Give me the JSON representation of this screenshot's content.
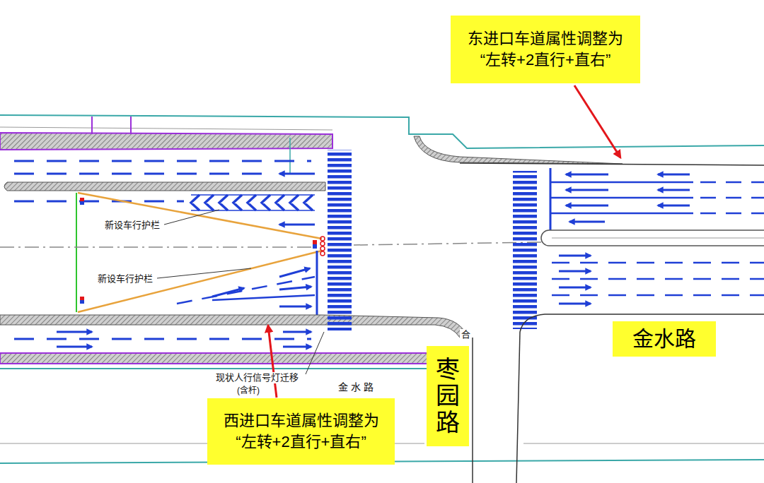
{
  "diagram": {
    "nodes": [
      {
        "text": [
          "东进口车道属性调整为 “左转+2直行+直右”"
        ]
      },
      {
        "text": [
          "金水路"
        ]
      },
      {
        "text": [
          "枣园路"
        ]
      },
      {
        "text": [
          "西进口车道属性调整为 “左转+2直行+直右”"
        ]
      }
    ],
    "labels": [
      "新设车行护栏",
      "新设车行护栏",
      "现状人行信号灯迁移",
      "(含杆)",
      "金 水 路",
      "合"
    ]
  }
}
